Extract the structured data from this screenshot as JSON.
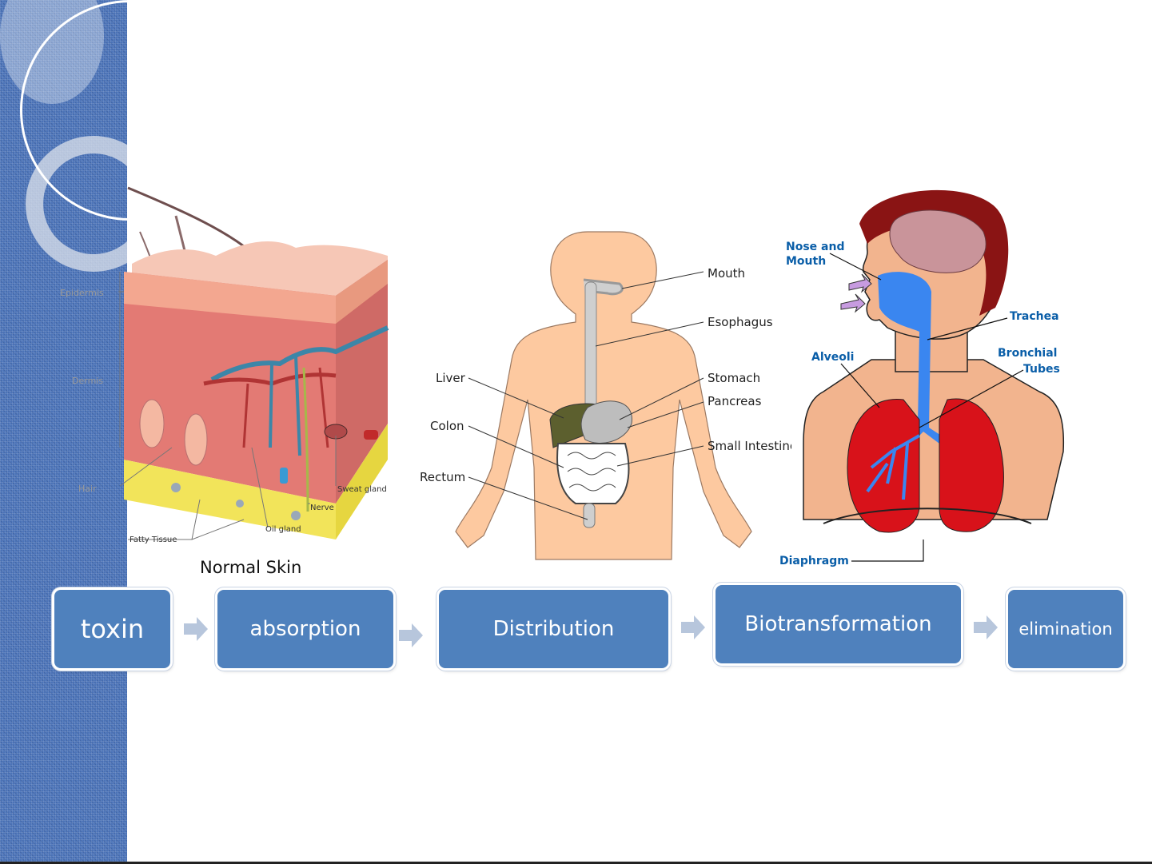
{
  "skin": {
    "caption": "Normal Skin",
    "labels": {
      "epidermis": "Epidermis",
      "dermis": "Dermis",
      "hair": "Hair",
      "fatty_tissue": "Fatty Tissue",
      "oil_gland": "Oil gland",
      "nerve": "Nerve",
      "sweat_gland": "Sweat gland"
    }
  },
  "digestive": {
    "labels": {
      "mouth": "Mouth",
      "esophagus": "Esophagus",
      "stomach": "Stomach",
      "pancreas": "Pancreas",
      "small_intestine": "Small Intestine",
      "liver": "Liver",
      "colon": "Colon",
      "rectum": "Rectum"
    }
  },
  "respiratory": {
    "labels": {
      "nose_mouth_1": "Nose and",
      "nose_mouth_2": "Mouth",
      "trachea": "Trachea",
      "alveoli": "Alveoli",
      "bronchial_1": "Bronchial",
      "bronchial_2": "Tubes",
      "diaphragm": "Diaphragm"
    }
  },
  "flow": {
    "steps": [
      "toxin",
      "absorption",
      "Distribution",
      "Biotransformation",
      "elimination"
    ]
  },
  "colors": {
    "sidebar": "#4b73b8",
    "box": "#4f81bd",
    "arrow": "#b7c6dc",
    "skin_body": "#fdc9a0",
    "lung": "#d8121a",
    "airway": "#3a86f0"
  }
}
